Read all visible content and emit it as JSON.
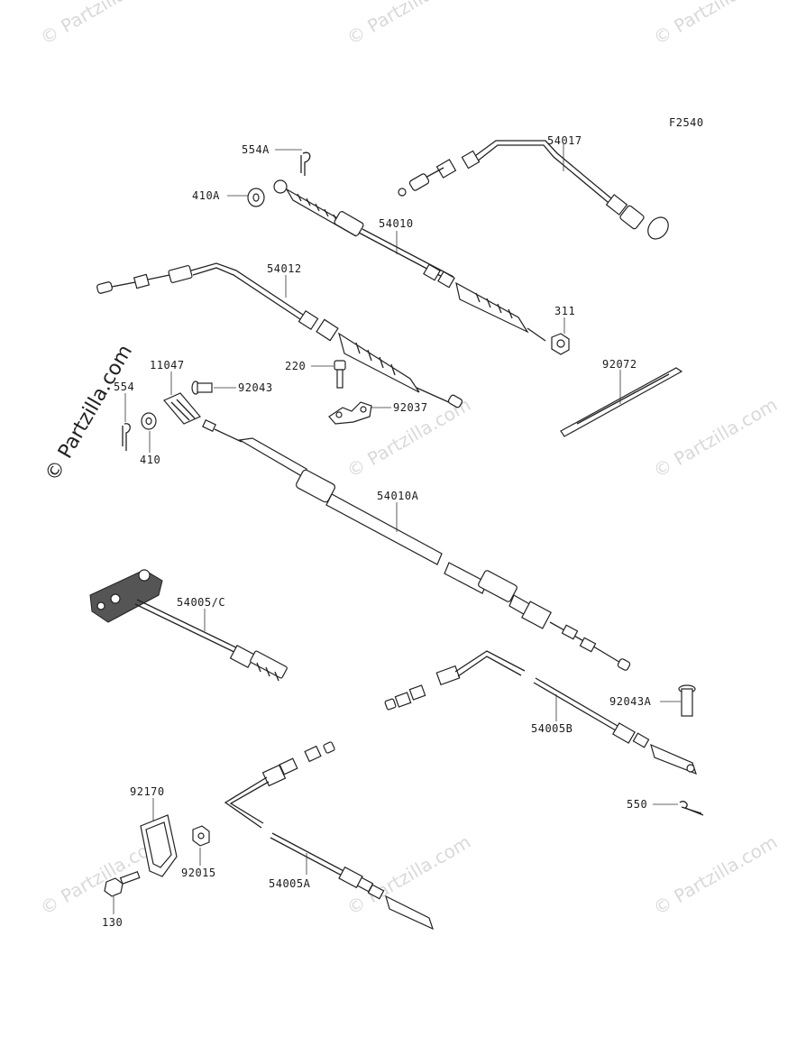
{
  "figure_code": "F2540",
  "watermark_text": "© Partzilla.com",
  "side_watermark_text": "© Partzilla.com",
  "labels": {
    "p554A": "554A",
    "p54017": "54017",
    "p410A": "410A",
    "p54010": "54010",
    "p54012": "54012",
    "p311": "311",
    "p11047": "11047",
    "p92072": "92072",
    "p220": "220",
    "p554": "554",
    "p92043": "92043",
    "p92037": "92037",
    "p410": "410",
    "p54010A": "54010A",
    "p54005C": "54005/C",
    "p92043A": "92043A",
    "p54005B": "54005B",
    "p550": "550",
    "p92170": "92170",
    "p92015": "92015",
    "p130": "130",
    "p54005A": "54005A"
  }
}
